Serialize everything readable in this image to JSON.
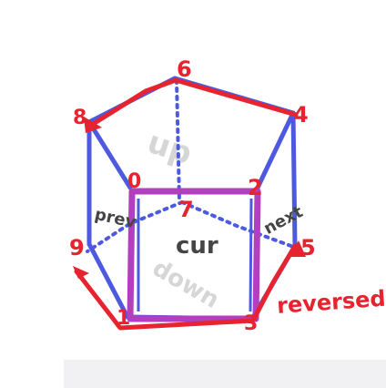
{
  "colors": {
    "blue": "#4d5ae0",
    "red": "#e6232e",
    "magenta": "#b23fbe",
    "dark": "#454545",
    "gray": "#c8c8c8",
    "shadow": "#f1f1f3"
  },
  "vertices": {
    "v0": "0",
    "v1": "1",
    "v2": "2",
    "v3": "3",
    "v4": "4",
    "v5": "5",
    "v6": "6",
    "v7": "7",
    "v8": "8",
    "v9": "9"
  },
  "faces": {
    "prev": "prev",
    "next": "next",
    "cur": "cur",
    "up": "up",
    "down": "down"
  },
  "annotation": "reversed"
}
